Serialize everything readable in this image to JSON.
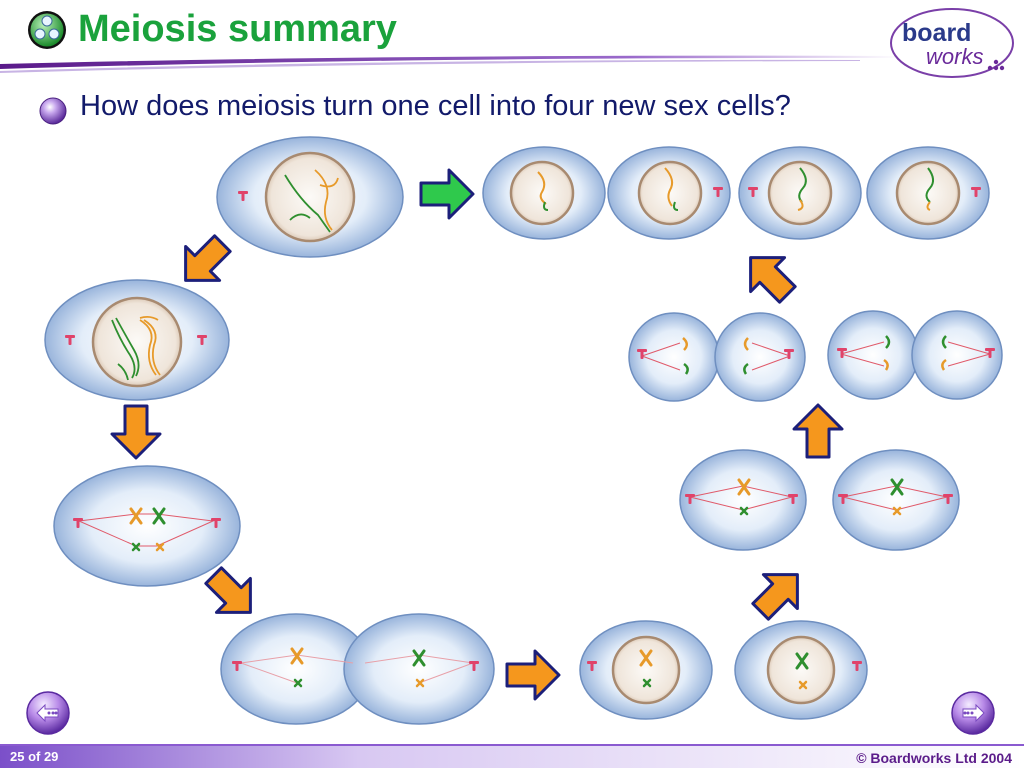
{
  "header": {
    "title": "Meiosis summary",
    "logo_text_top": "board",
    "logo_text_bottom": "works"
  },
  "content": {
    "question": "How does meiosis turn one cell into four new sex cells?"
  },
  "footer": {
    "slide_counter": "25 of 29",
    "copyright": "© Boardworks Ltd 2004"
  },
  "icons": {
    "title_icon": "cells-icon",
    "bullet": "purple-bullet-icon",
    "back": "back-arrow-icon",
    "next": "next-arrow-icon"
  },
  "colors": {
    "title_green": "#1aa23c",
    "question_navy": "#121a6a",
    "footer_purple": "#7b4fc9",
    "cell_blue": "#a9c3e6",
    "nucleus_beige": "#e9d8c6",
    "chromosome_orange": "#e79a2a",
    "chromosome_green": "#2f8f2f",
    "arrow_orange": "#f5971d",
    "arrow_green": "#2fc94c",
    "arrow_navy": "#1c1f7a",
    "centriole_pink": "#e0436a"
  }
}
